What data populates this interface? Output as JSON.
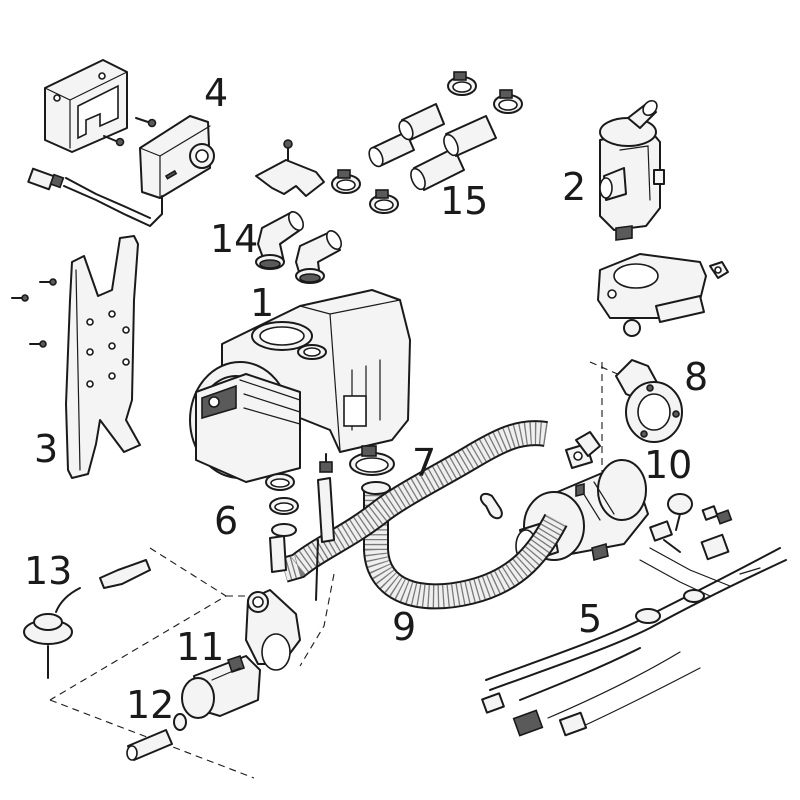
{
  "diagram": {
    "parts": [
      {
        "id": "1",
        "label": "1"
      },
      {
        "id": "2",
        "label": "2"
      },
      {
        "id": "3",
        "label": "3"
      },
      {
        "id": "4",
        "label": "4"
      },
      {
        "id": "5",
        "label": "5"
      },
      {
        "id": "6",
        "label": "6"
      },
      {
        "id": "7",
        "label": "7"
      },
      {
        "id": "8",
        "label": "8"
      },
      {
        "id": "9",
        "label": "9"
      },
      {
        "id": "10",
        "label": "10"
      },
      {
        "id": "11",
        "label": "11"
      },
      {
        "id": "12",
        "label": "12"
      },
      {
        "id": "13",
        "label": "13"
      },
      {
        "id": "14",
        "label": "14"
      },
      {
        "id": "15",
        "label": "15"
      }
    ]
  },
  "colors": {
    "line": "#1a1a1a",
    "fill": "#f4f4f4",
    "dark": "#5a5a5a",
    "background": "#ffffff"
  }
}
